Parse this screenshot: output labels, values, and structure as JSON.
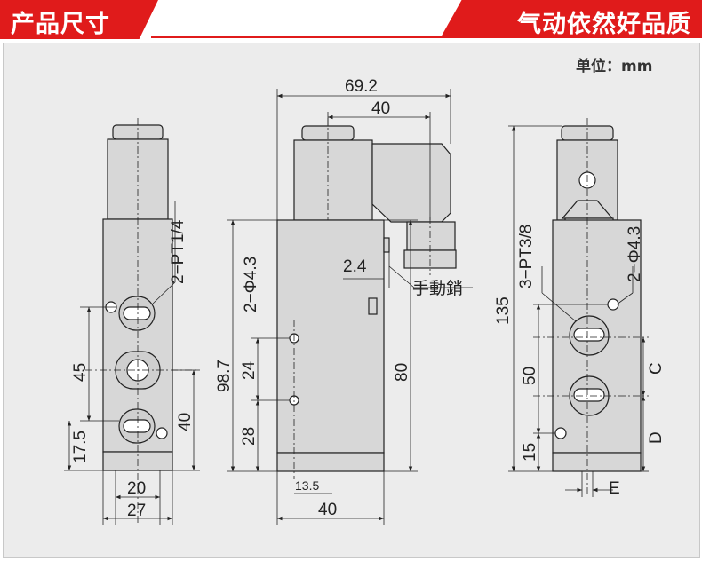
{
  "header": {
    "left_title": "产品尺寸",
    "right_title": "气动依然好品质"
  },
  "unit_label": "单位：mm",
  "colors": {
    "brand_red": "#e01b1b",
    "panel_bg": "#ececec",
    "body_gray": "#d7d7d7",
    "line": "#222222"
  },
  "views": {
    "front": {
      "port_label": "2−PT1/4",
      "dims": {
        "d45": "45",
        "d17_5": "17.5",
        "d40": "40",
        "d20": "20",
        "d27": "27"
      }
    },
    "side": {
      "d69_2": "69.2",
      "d40_top": "40",
      "hole_label": "2−Φ4.3",
      "d2_4": "2.4",
      "manual_label": "手動銷",
      "d98_7": "98.7",
      "d24": "24",
      "d28": "28",
      "d80": "80",
      "d13_5": "13.5",
      "d40_bottom": "40"
    },
    "rear": {
      "port_label": "3−PT3/8",
      "hole_label": "2−Φ4.3",
      "d135": "135",
      "d50": "50",
      "d15": "15",
      "label_c": "C",
      "label_d": "D",
      "label_e": "E"
    }
  }
}
